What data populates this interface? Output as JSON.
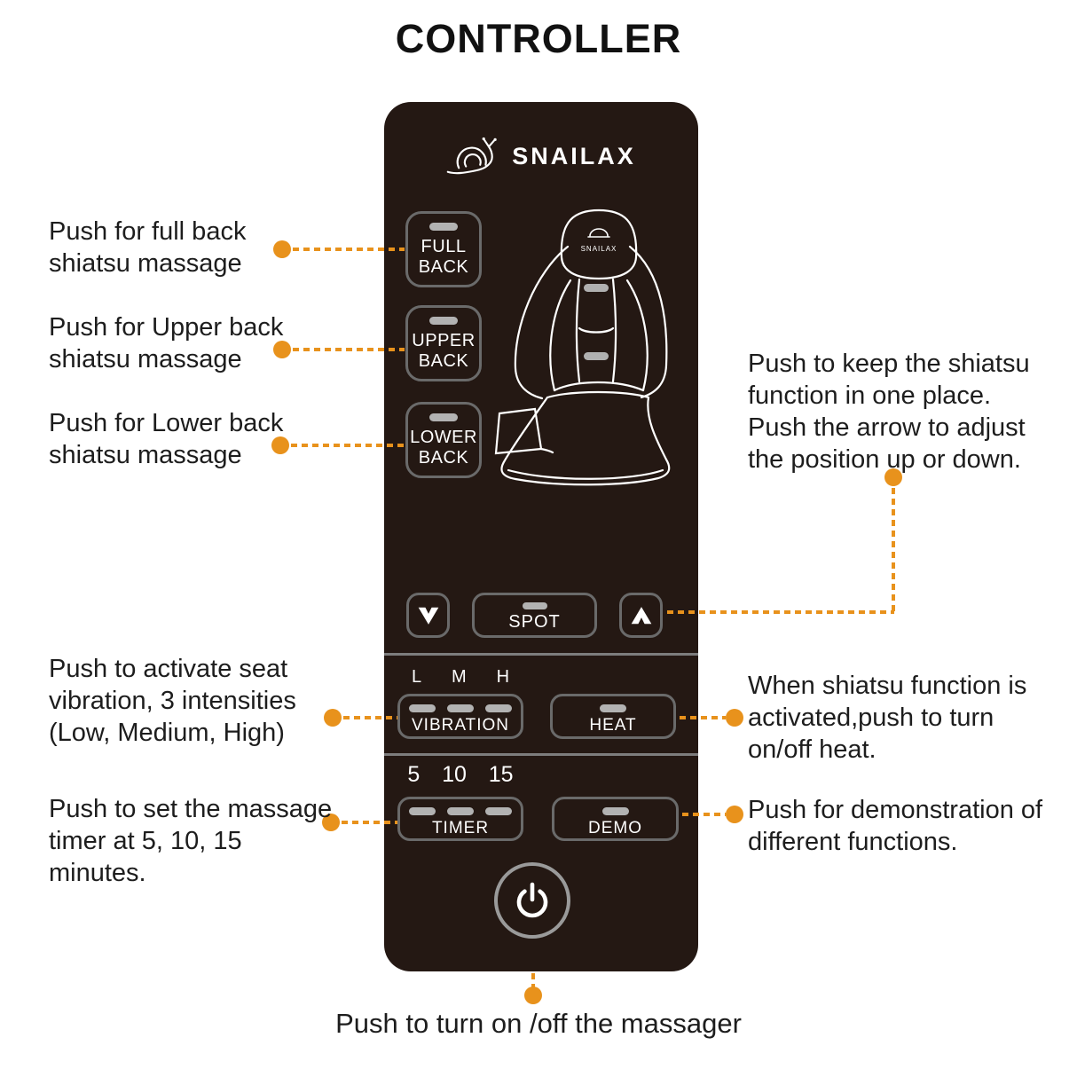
{
  "title": "CONTROLLER",
  "colors": {
    "accent": "#E8921C",
    "remote_body": "#241813",
    "button_border": "#6a6a6a",
    "indicator": "#b2b2b2",
    "divider": "#7d7d7d"
  },
  "icons": {
    "logo": "snail-logo-icon",
    "down": "chevron-down-icon",
    "up": "chevron-up-icon",
    "power": "power-icon"
  },
  "remote": {
    "brand": "SNAILAX",
    "chair_brand": "SNAILAX",
    "back_buttons": [
      {
        "label": "FULL BACK"
      },
      {
        "label": "UPPER BACK"
      },
      {
        "label": "LOWER BACK"
      }
    ],
    "spot": {
      "label": "SPOT"
    },
    "vibration": {
      "levels": [
        "L",
        "M",
        "H"
      ],
      "label": "VIBRATION"
    },
    "heat": {
      "label": "HEAT"
    },
    "timer": {
      "levels": [
        "5",
        "10",
        "15"
      ],
      "label": "TIMER"
    },
    "demo": {
      "label": "DEMO"
    }
  },
  "annotations": {
    "full_back": {
      "lines": [
        "Push for full back",
        "shiatsu massage"
      ]
    },
    "upper_back": {
      "lines": [
        "Push for Upper back",
        "shiatsu massage"
      ]
    },
    "lower_back": {
      "lines": [
        "Push for Lower back",
        "shiatsu massage"
      ]
    },
    "spot": {
      "lines": [
        "Push to keep the shiatsu",
        "function in one place.",
        "Push the arrow to adjust",
        "the position up or down."
      ]
    },
    "vibration": {
      "lines": [
        "Push to activate seat",
        "vibration, 3 intensities",
        "(Low, Medium, High)"
      ]
    },
    "heat": {
      "lines": [
        "When shiatsu function is",
        "activated,push to turn",
        "on/off heat."
      ]
    },
    "timer": {
      "lines": [
        "Push to set the massage",
        "timer at 5, 10, 15",
        "minutes."
      ]
    },
    "demo": {
      "lines": [
        "Push for demonstration of",
        "different functions."
      ]
    },
    "power": {
      "lines": [
        "Push to turn on /off the massager"
      ]
    }
  }
}
